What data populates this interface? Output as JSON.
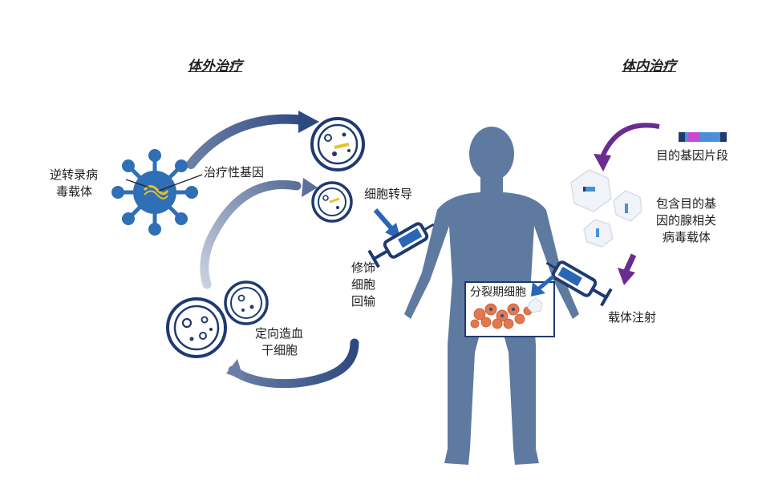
{
  "titles": {
    "ex_vivo": "体外治疗",
    "in_vivo": "体内治疗"
  },
  "labels": {
    "retroviral_vector": [
      "逆转录病",
      "毒载体"
    ],
    "therapeutic_gene": "治疗性基因",
    "cell_transduction": "细胞转导",
    "modified_cell_reinfusion": [
      "修饰",
      "细胞",
      "回输"
    ],
    "hematopoietic_stem_cells": [
      "定向造血",
      "干细胞"
    ],
    "target_gene_fragment": "目的基因片段",
    "aav_vector": [
      "包含目的基",
      "因的腺相关",
      "病毒载体"
    ],
    "vector_injection": "载体注射",
    "dividing_cells": "分裂期细胞"
  },
  "colors": {
    "navy": "#1f3a70",
    "virus_blue": "#2f6fb5",
    "body": "#5f7aa1",
    "purple": "#6a2c8f",
    "arrow_blue": "#2a66b8",
    "gene_yellow": "#e6c22e",
    "cell_orange": "#e3784f"
  },
  "icons": [
    "retrovirus-icon",
    "petri-dish-icon",
    "syringe-icon",
    "human-body-icon",
    "aav-capsid-icon",
    "gene-fragment-icon",
    "cell-cluster-icon"
  ]
}
